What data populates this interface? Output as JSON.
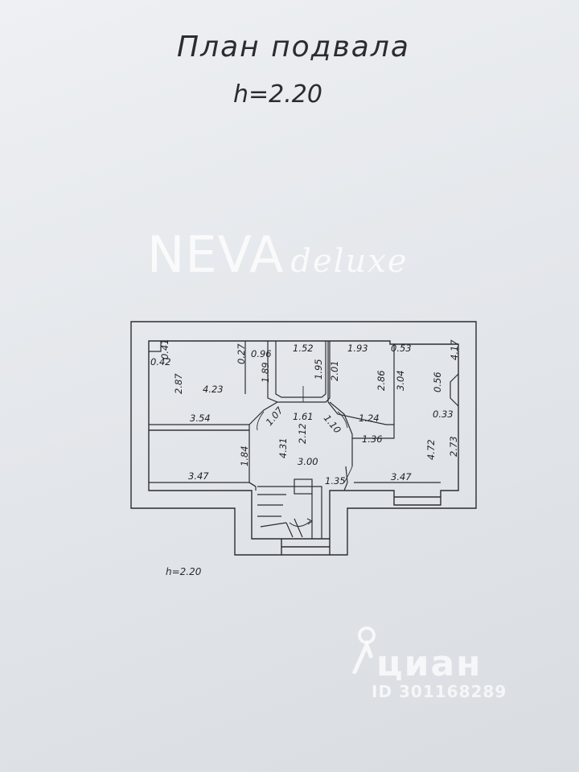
{
  "plan": {
    "title": "План подвала",
    "height": "h=2.20",
    "height_note": "h=2.20",
    "dimensions": [
      "0.42",
      "0.41",
      "2.87",
      "4.23",
      "3.54",
      "0.27",
      "0.96",
      "1.89",
      "1.52",
      "1.95",
      "1.93",
      "2.01",
      "0.53",
      "4.17",
      "2.86",
      "3.04",
      "0.56",
      "0.33",
      "1.07",
      "1.61",
      "1.10",
      "2.12",
      "1.24",
      "1.36",
      "1.84",
      "4.31",
      "3.00",
      "3.47",
      "1.35",
      "4.72",
      "2.73",
      "3.47"
    ]
  },
  "watermark": {
    "brand": "NEVA",
    "brand_sub": "deluxe"
  },
  "cian": {
    "name": "циан",
    "id": "ID 301168289"
  }
}
